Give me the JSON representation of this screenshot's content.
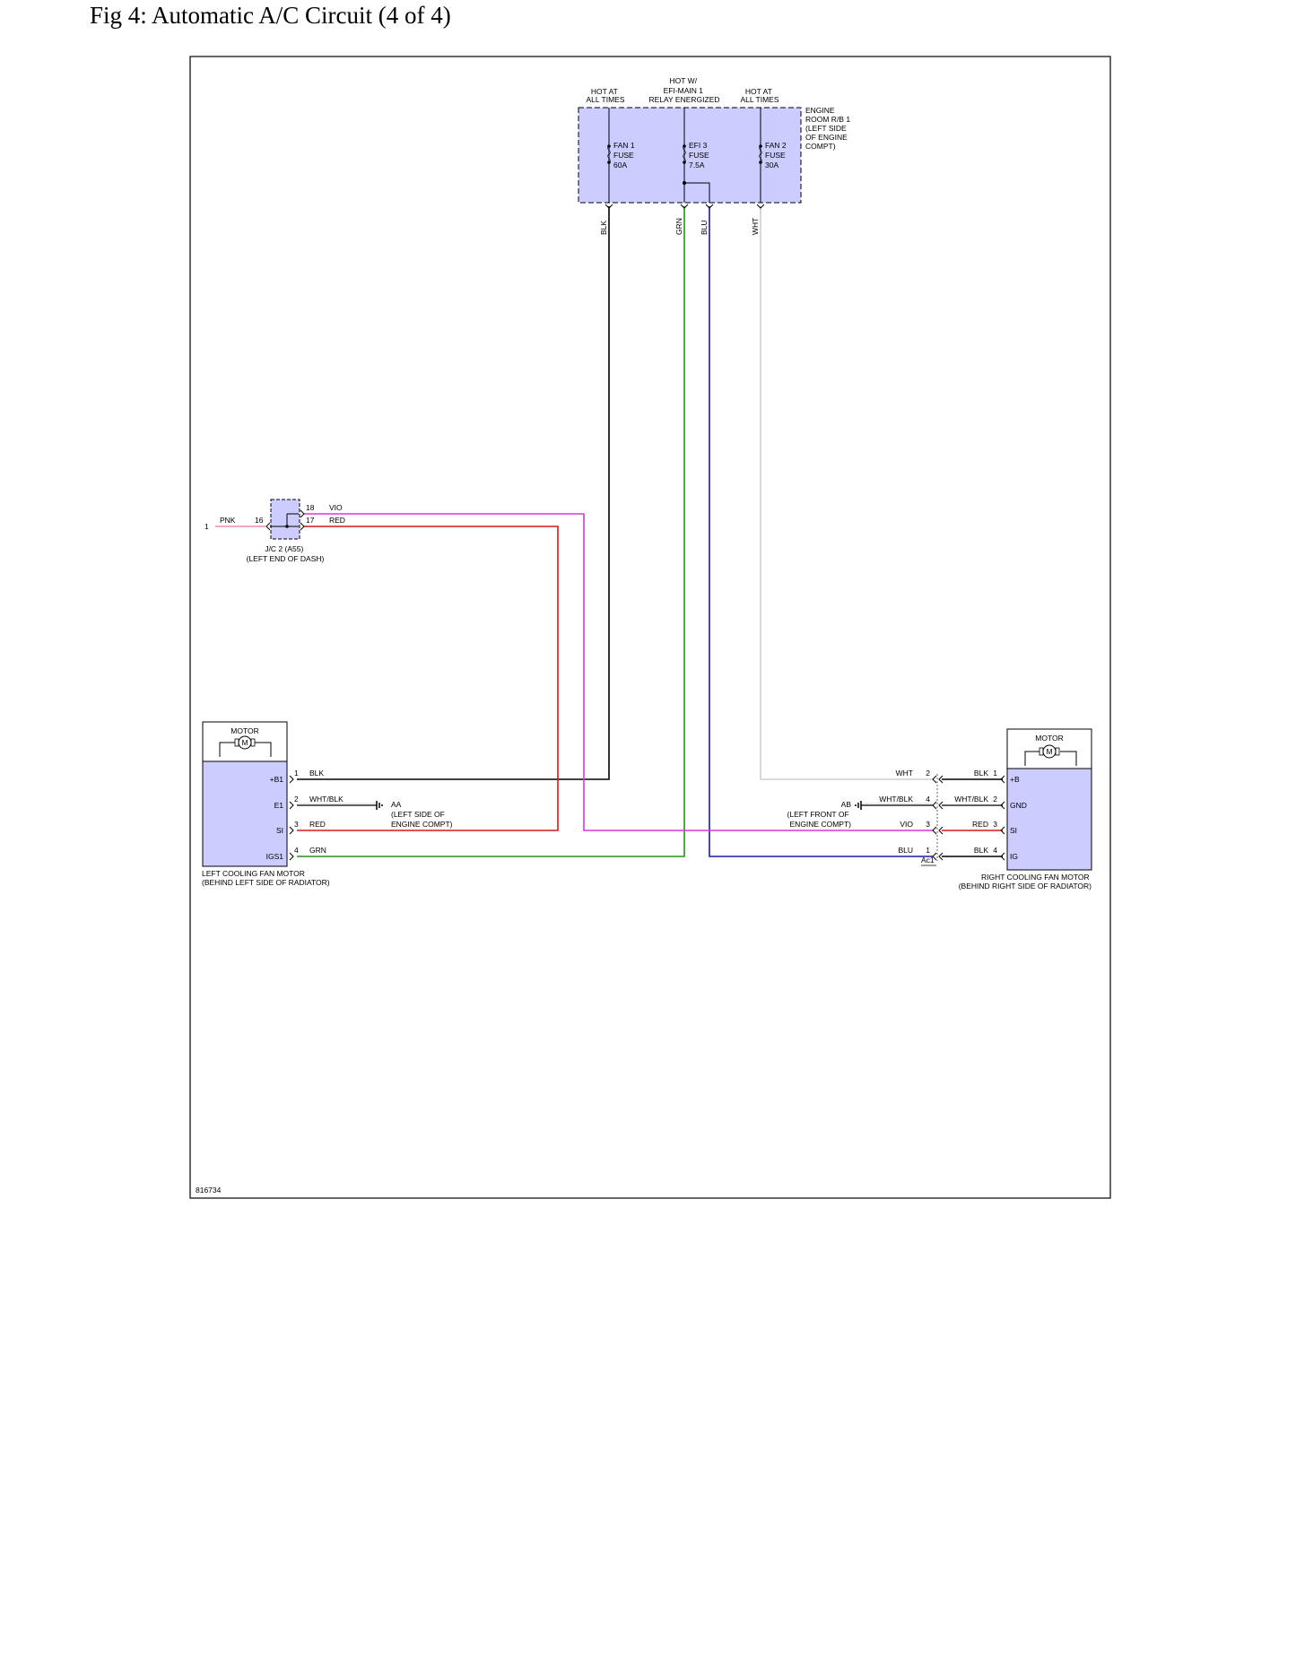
{
  "page": {
    "title": "Fig 4: Automatic A/C Circuit (4 of 4)"
  },
  "diagram": {
    "ref_code": "816734",
    "colors": {
      "box_fill": "#ccccff",
      "blk": "#000000",
      "grn": "#2a8f1a",
      "blu": "#1a1aa8",
      "wht": "#cfcfcf",
      "red": "#d81818",
      "vio": "#d63ad6",
      "pnk": "#f08ab0"
    },
    "relay_box": {
      "label": [
        "ENGINE",
        "ROOM R/B 1",
        "(LEFT SIDE",
        "OF ENGINE",
        "COMPT)"
      ],
      "headers": [
        [
          "HOT AT",
          "ALL TIMES"
        ],
        [
          "HOT W/",
          "EFI-MAIN 1",
          "RELAY ENERGIZED"
        ],
        [
          "HOT AT",
          "ALL TIMES"
        ]
      ],
      "fuses": [
        [
          "FAN 1",
          "FUSE",
          "60A"
        ],
        [
          "EFI 3",
          "FUSE",
          "7.5A"
        ],
        [
          "FAN 2",
          "FUSE",
          "30A"
        ]
      ],
      "wires": [
        "BLK",
        "GRN",
        "BLU",
        "WHT"
      ]
    },
    "junction": {
      "label": [
        "J/C 2 (A55)",
        "(LEFT END OF DASH)"
      ],
      "in_pin": "1",
      "in_color": "PNK",
      "in_num": "16",
      "out_pins": [
        "18",
        "17"
      ],
      "out_colors": [
        "VIO",
        "RED"
      ]
    },
    "left_motor": {
      "header": "MOTOR",
      "symbol": "M",
      "caption": [
        "LEFT COOLING FAN MOTOR",
        "(BEHIND LEFT SIDE OF RADIATOR)"
      ],
      "terminals": [
        "+B1",
        "E1",
        "SI",
        "IGS1"
      ],
      "pins": [
        "1",
        "2",
        "3",
        "4"
      ],
      "wires": [
        "BLK",
        "WHT/BLK",
        "RED",
        "GRN"
      ]
    },
    "ground_left": {
      "id": "AA",
      "label": [
        "(LEFT SIDE OF",
        "ENGINE COMPT)"
      ]
    },
    "right_motor": {
      "header": "MOTOR",
      "symbol": "M",
      "caption": [
        "RIGHT COOLING FAN MOTOR",
        "(BEHIND RIGHT SIDE OF RADIATOR)"
      ],
      "terminals": [
        "+B",
        "GND",
        "SI",
        "IG"
      ],
      "pins": [
        "1",
        "2",
        "3",
        "4"
      ],
      "wires": [
        "BLK",
        "WHT/BLK",
        "RED",
        "BLK"
      ]
    },
    "right_connector": {
      "pins": [
        "2",
        "4",
        "3",
        "1"
      ],
      "wires": [
        "WHT",
        "WHT/BLK",
        "VIO",
        "BLU"
      ],
      "id": "Ac1"
    },
    "ground_right": {
      "id": "AB",
      "label": [
        "(LEFT FRONT OF",
        "ENGINE COMPT)"
      ]
    }
  }
}
